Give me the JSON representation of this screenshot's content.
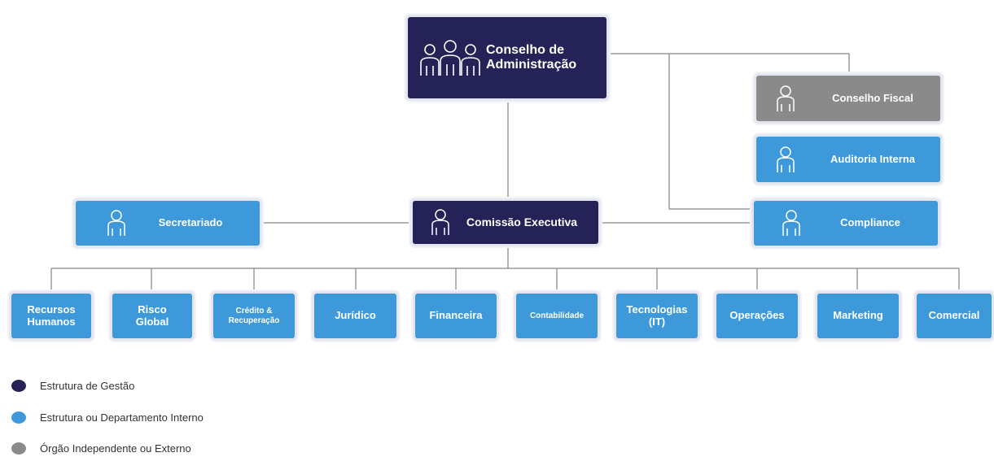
{
  "colors": {
    "navy": "#242257",
    "blue": "#3d99d9",
    "grey": "#8a8a8a",
    "line": "#9a9a9a"
  },
  "top": {
    "label": "Conselho de\nAdministração",
    "icon": "board-group-icon"
  },
  "fiscal": {
    "label": "Conselho Fiscal",
    "icon": "person-icon"
  },
  "auditoria": {
    "label": "Auditoria Interna",
    "icon": "person-icon"
  },
  "compliance": {
    "label": "Compliance",
    "icon": "person-icon"
  },
  "comissao": {
    "label": "Comissão Executiva",
    "icon": "person-icon"
  },
  "secretariado": {
    "label": "Secretariado",
    "icon": "person-icon"
  },
  "departments": [
    {
      "label": "Recursos\nHumanos"
    },
    {
      "label": "Risco\nGlobal"
    },
    {
      "label": "Crédito &\nRecuperação"
    },
    {
      "label": "Jurídico"
    },
    {
      "label": "Financeira"
    },
    {
      "label": "Contabilidade"
    },
    {
      "label": "Tecnologias\n(IT)"
    },
    {
      "label": "Operações"
    },
    {
      "label": "Marketing"
    },
    {
      "label": "Comercial"
    }
  ],
  "legend": [
    {
      "label": "Estrutura de Gestão",
      "color": "#242257"
    },
    {
      "label": "Estrutura ou Departamento Interno",
      "color": "#3d99d9"
    },
    {
      "label": "Órgão Independente ou Externo",
      "color": "#8a8a8a"
    }
  ]
}
